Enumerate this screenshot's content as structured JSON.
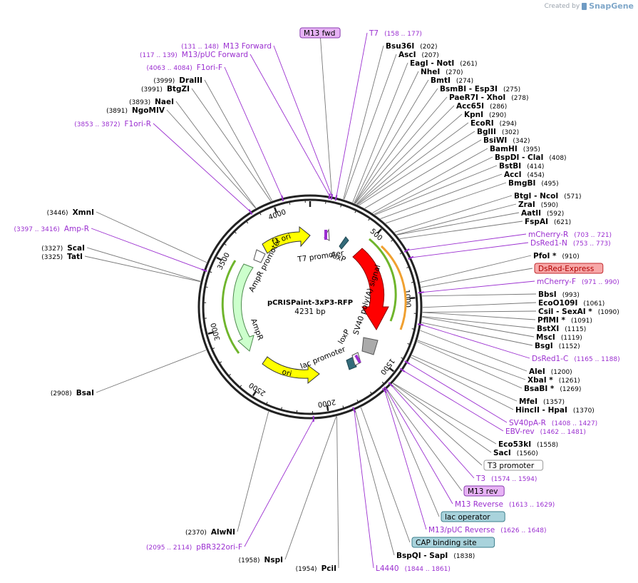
{
  "brand": {
    "prefix": "Created by",
    "name": "SnapGene"
  },
  "plasmid": {
    "name": "pCRISPaint-3xP3-RFP",
    "length": "4231 bp",
    "total_bp": 4231
  },
  "ruler_ticks": [
    "500",
    "1000",
    "1500",
    "2000",
    "2500",
    "3000",
    "3500",
    "4000"
  ],
  "labels": [
    {
      "text": "M13 fwd",
      "pos": "",
      "kind": "boxed",
      "box": "#e7b3f5",
      "border": "#8a3cb0",
      "color": "#000"
    },
    {
      "text": "T7",
      "pos": "(158 .. 177)",
      "kind": "feature"
    },
    {
      "text": "M13 Forward",
      "pos": "(131 .. 148)",
      "kind": "feature"
    },
    {
      "text": "M13/pUC Forward",
      "pos": "(117 .. 139)",
      "kind": "feature"
    },
    {
      "text": "F1ori-F",
      "pos": "(4063 .. 4084)",
      "kind": "feature"
    },
    {
      "text": "DraIII",
      "pos": "(3999)",
      "kind": "enzyme"
    },
    {
      "text": "BtgZI",
      "pos": "(3991)",
      "kind": "enzyme"
    },
    {
      "text": "NaeI",
      "pos": "(3893)",
      "kind": "enzyme"
    },
    {
      "text": "NgoMIV",
      "pos": "(3891)",
      "kind": "enzyme"
    },
    {
      "text": "F1ori-R",
      "pos": "(3853 .. 3872)",
      "kind": "feature"
    },
    {
      "text": "XmnI",
      "pos": "(3446)",
      "kind": "enzyme"
    },
    {
      "text": "Amp-R",
      "pos": "(3397 .. 3416)",
      "kind": "feature"
    },
    {
      "text": "ScaI",
      "pos": "(3327)",
      "kind": "enzyme"
    },
    {
      "text": "TatI",
      "pos": "(3325)",
      "kind": "enzyme"
    },
    {
      "text": "BsaI",
      "pos": "(2908)",
      "kind": "enzyme"
    },
    {
      "text": "AlwNI",
      "pos": "(2370)",
      "kind": "enzyme"
    },
    {
      "text": "pBR322ori-F",
      "pos": "(2095 .. 2114)",
      "kind": "feature"
    },
    {
      "text": "NspI",
      "pos": "(1958)",
      "kind": "enzyme"
    },
    {
      "text": "PciI",
      "pos": "(1954)",
      "kind": "enzyme"
    },
    {
      "text": "L4440",
      "pos": "(1844 .. 1861)",
      "kind": "feature"
    },
    {
      "text": "BspQI  -  SapI",
      "pos": "(1838)",
      "kind": "enzyme"
    },
    {
      "text": "CAP binding site",
      "pos": "",
      "kind": "boxed",
      "box": "#a9d3dc",
      "border": "#3d7f8c",
      "color": "#000"
    },
    {
      "text": "M13/pUC Reverse",
      "pos": "(1626 .. 1648)",
      "kind": "feature"
    },
    {
      "text": "lac operator",
      "pos": "",
      "kind": "boxed",
      "box": "#a9d3dc",
      "border": "#3d7f8c",
      "color": "#000"
    },
    {
      "text": "M13 Reverse",
      "pos": "(1613 .. 1629)",
      "kind": "feature"
    },
    {
      "text": "M13 rev",
      "pos": "",
      "kind": "boxed",
      "box": "#e7b3f5",
      "border": "#8a3cb0",
      "color": "#000"
    },
    {
      "text": "T3",
      "pos": "(1574 .. 1594)",
      "kind": "feature"
    },
    {
      "text": "T3 promoter",
      "pos": "",
      "kind": "boxed",
      "box": "#ffffff",
      "border": "#999999",
      "color": "#000"
    },
    {
      "text": "SacI",
      "pos": "(1560)",
      "kind": "enzyme"
    },
    {
      "text": "Eco53kI",
      "pos": "(1558)",
      "kind": "enzyme"
    },
    {
      "text": "EBV-rev",
      "pos": "(1462 .. 1481)",
      "kind": "feature"
    },
    {
      "text": "SV40pA-R",
      "pos": "(1408 .. 1427)",
      "kind": "feature"
    },
    {
      "text": "HincII  -  HpaI",
      "pos": "(1370)",
      "kind": "enzyme"
    },
    {
      "text": "MfeI",
      "pos": "(1357)",
      "kind": "enzyme"
    },
    {
      "text": "BsaBI *",
      "pos": "(1269)",
      "kind": "enzyme"
    },
    {
      "text": "XbaI *",
      "pos": "(1261)",
      "kind": "enzyme"
    },
    {
      "text": "AleI",
      "pos": "(1200)",
      "kind": "enzyme"
    },
    {
      "text": "DsRed1-C",
      "pos": "(1165 .. 1188)",
      "kind": "feature"
    },
    {
      "text": "BsgI",
      "pos": "(1152)",
      "kind": "enzyme"
    },
    {
      "text": "MscI",
      "pos": "(1119)",
      "kind": "enzyme"
    },
    {
      "text": "BstXI",
      "pos": "(1115)",
      "kind": "enzyme"
    },
    {
      "text": "PflMI *",
      "pos": "(1091)",
      "kind": "enzyme"
    },
    {
      "text": "CsiI  -  SexAI *",
      "pos": "(1090)",
      "kind": "enzyme"
    },
    {
      "text": "EcoO109I",
      "pos": "(1061)",
      "kind": "enzyme"
    },
    {
      "text": "BbsI",
      "pos": "(993)",
      "kind": "enzyme"
    },
    {
      "text": "mCherry-F",
      "pos": "(971 .. 990)",
      "kind": "feature"
    },
    {
      "text": "DsRed-Express",
      "pos": "",
      "kind": "boxed",
      "box": "#f7a8a8",
      "border": "#c0282d",
      "color": "#b00000"
    },
    {
      "text": "PfoI *",
      "pos": "(910)",
      "kind": "enzyme"
    },
    {
      "text": "DsRed1-N",
      "pos": "(753 .. 773)",
      "kind": "feature"
    },
    {
      "text": "mCherry-R",
      "pos": "(703 .. 721)",
      "kind": "feature"
    },
    {
      "text": "FspAI",
      "pos": "(621)",
      "kind": "enzyme"
    },
    {
      "text": "AatII",
      "pos": "(592)",
      "kind": "enzyme"
    },
    {
      "text": "ZraI",
      "pos": "(590)",
      "kind": "enzyme"
    },
    {
      "text": "BtgI  -  NcoI",
      "pos": "(571)",
      "kind": "enzyme"
    },
    {
      "text": "BmgBI",
      "pos": "(495)",
      "kind": "enzyme"
    },
    {
      "text": "AccI",
      "pos": "(454)",
      "kind": "enzyme"
    },
    {
      "text": "BstBI",
      "pos": "(414)",
      "kind": "enzyme"
    },
    {
      "text": "BspDI  -  ClaI",
      "pos": "(408)",
      "kind": "enzyme"
    },
    {
      "text": "BamHI",
      "pos": "(395)",
      "kind": "enzyme"
    },
    {
      "text": "BsiWI",
      "pos": "(342)",
      "kind": "enzyme"
    },
    {
      "text": "BglII",
      "pos": "(302)",
      "kind": "enzyme"
    },
    {
      "text": "EcoRI",
      "pos": "(294)",
      "kind": "enzyme"
    },
    {
      "text": "KpnI",
      "pos": "(290)",
      "kind": "enzyme"
    },
    {
      "text": "Acc65I",
      "pos": "(286)",
      "kind": "enzyme"
    },
    {
      "text": "PaeR7I  -  XhoI",
      "pos": "(278)",
      "kind": "enzyme"
    },
    {
      "text": "BsmBI  -  Esp3I",
      "pos": "(275)",
      "kind": "enzyme"
    },
    {
      "text": "BmtI",
      "pos": "(274)",
      "kind": "enzyme"
    },
    {
      "text": "NheI",
      "pos": "(270)",
      "kind": "enzyme"
    },
    {
      "text": "EagI  -  NotI",
      "pos": "(261)",
      "kind": "enzyme"
    },
    {
      "text": "AscI",
      "pos": "(207)",
      "kind": "enzyme"
    },
    {
      "text": "Bsu36I",
      "pos": "(202)",
      "kind": "enzyme"
    }
  ],
  "features": [
    {
      "label": "f1 ori",
      "fill": "#ffff00",
      "stroke": "#333333"
    },
    {
      "label": "AmpR promoter",
      "fill": "#ffffff",
      "stroke": "#555555"
    },
    {
      "label": "AmpR",
      "fill": "#ccffcc",
      "stroke": "#4d8a4d"
    },
    {
      "label": "ori",
      "fill": "#ffff00",
      "stroke": "#333333"
    },
    {
      "label": "lac promoter",
      "fill": "#ffffff",
      "stroke": "#555555"
    },
    {
      "label": "loxP",
      "fill": "#336b7a",
      "stroke": "#1e4550"
    },
    {
      "label": "SV40 poly(A) signal",
      "fill": "#aaaaaa",
      "stroke": "#555555"
    },
    {
      "label": "DsRed-Express",
      "fill": "#ff0000",
      "stroke": "#8a0000"
    },
    {
      "label": "T7 promoter",
      "fill": "#ffffff",
      "stroke": "#555555"
    },
    {
      "label": "loxP",
      "fill": "#336b7a",
      "stroke": "#1e4550"
    }
  ],
  "colors": {
    "feature_text": "#9b2fd0",
    "backbone": "#222222",
    "tick": "#222222"
  }
}
